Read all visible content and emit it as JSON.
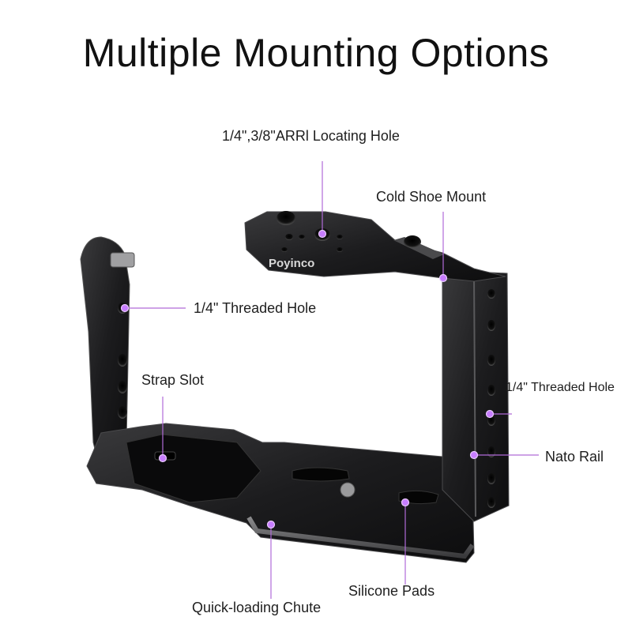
{
  "title": "Multiple Mounting Options",
  "brand": "Poyinco",
  "accent_color": "#c77dff",
  "callouts": {
    "arri_hole": "1/4\",3/8\"ARRl Locating Hole",
    "cold_shoe": "Cold Shoe Mount",
    "threaded_left": "1/4\" Threaded Hole",
    "strap_slot": "Strap Slot",
    "threaded_right": "1/4\" Threaded Hole",
    "nato_rail": "Nato Rail",
    "silicone_pads": "Silicone Pads",
    "quick_loading": "Quick-loading Chute"
  }
}
